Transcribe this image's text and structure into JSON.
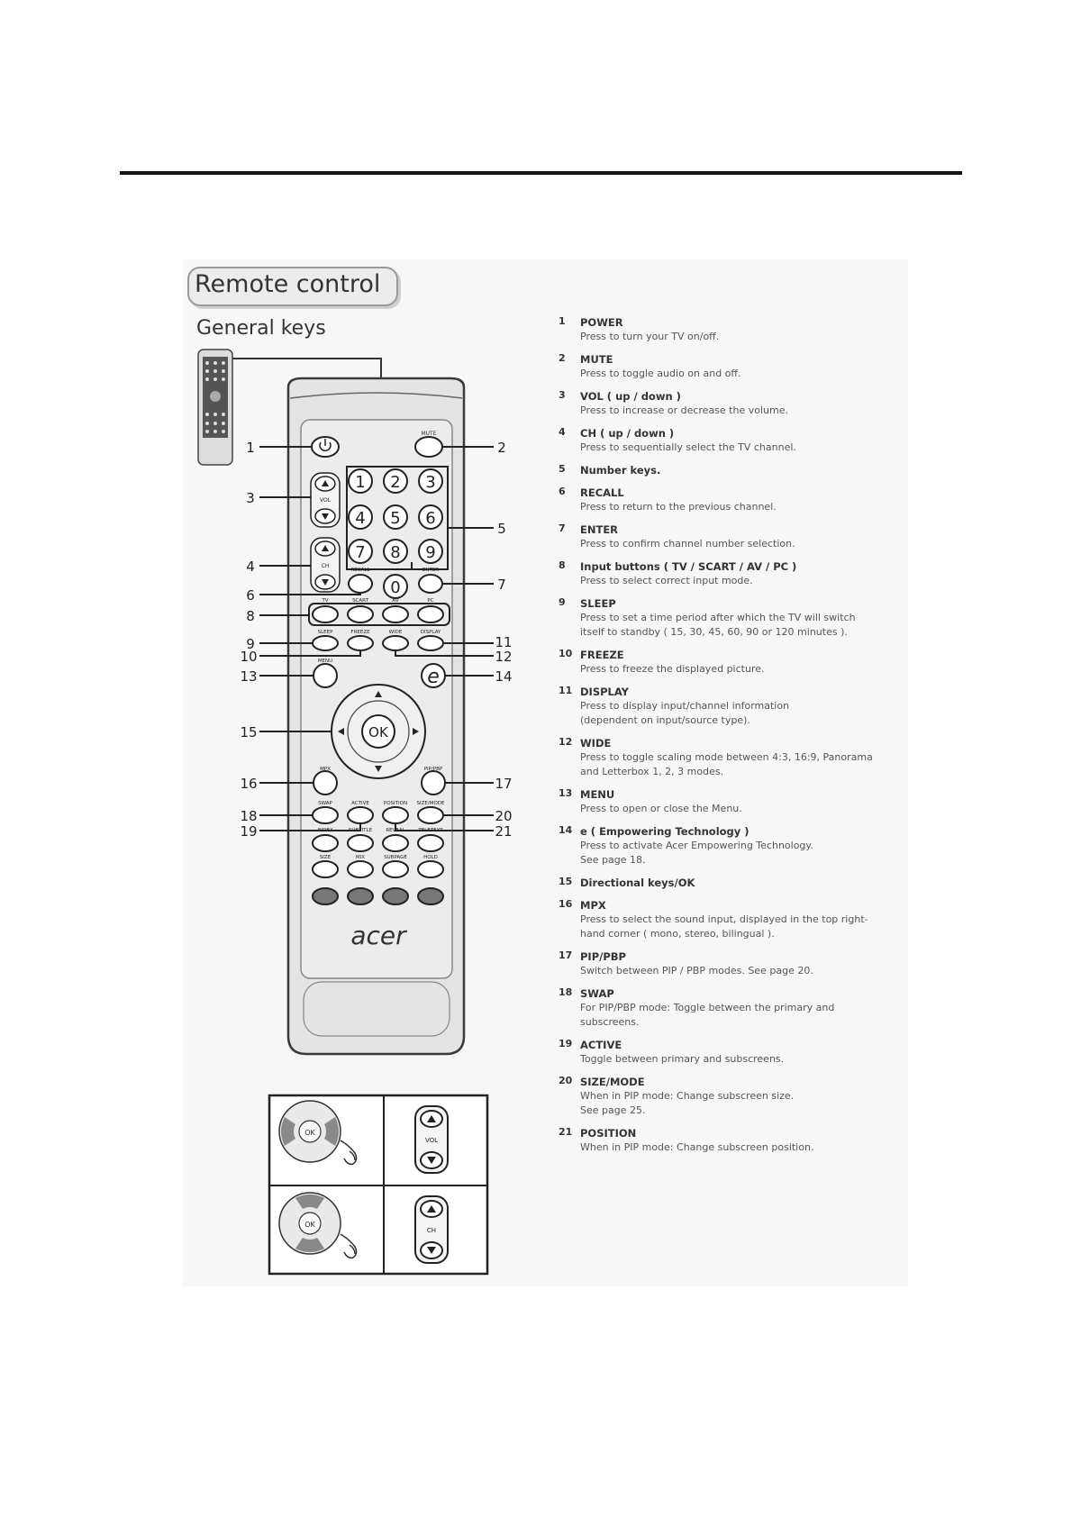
{
  "page": {
    "title": "Remote control",
    "subtitle": "General keys"
  },
  "remote": {
    "brand": "acer",
    "labels": {
      "mute": "MUTE",
      "vol": "VOL",
      "ch": "CH",
      "recall": "RECALL",
      "enter": "ENTER",
      "tv": "TV",
      "scart": "SCART",
      "av": "AV",
      "pc": "PC",
      "sleep": "SLEEP",
      "freeze": "FREEZE",
      "wide": "WIDE",
      "display": "DISPLAY",
      "menu": "MENU",
      "ok": "OK",
      "mpx": "MPX",
      "pipbbp": "PIP/PBP",
      "swap": "SWAP",
      "active": "ACTIVE",
      "position": "POSITION",
      "sizemode": "SIZE/MODE",
      "index": "INDEX",
      "subtitle": "SUBTITLE",
      "reveal": "REVEAL",
      "teletext": "TELETEXT",
      "size": "SIZE",
      "mix": "MIX",
      "subpage": "SUBPAGE",
      "hold": "HOLD"
    },
    "number_keys": [
      "1",
      "2",
      "3",
      "4",
      "5",
      "6",
      "7",
      "8",
      "9",
      "0"
    ],
    "callouts": [
      "1",
      "2",
      "3",
      "4",
      "5",
      "6",
      "7",
      "8",
      "9",
      "10",
      "11",
      "12",
      "13",
      "14",
      "15",
      "16",
      "17",
      "18",
      "19",
      "20",
      "21"
    ]
  },
  "insets": {
    "ok": "OK",
    "vol": "VOL",
    "ch": "CH"
  },
  "items": [
    {
      "num": "1",
      "title": "POWER",
      "desc": [
        "Press to turn your TV on/off."
      ]
    },
    {
      "num": "2",
      "title": "MUTE",
      "desc": [
        "Press to toggle audio on and off."
      ]
    },
    {
      "num": "3",
      "title": "VOL ( up / down )",
      "desc": [
        "Press to increase or decrease the volume."
      ]
    },
    {
      "num": "4",
      "title": "CH ( up / down )",
      "desc": [
        "Press to sequentially select the TV channel."
      ]
    },
    {
      "num": "5",
      "title": "Number keys.",
      "desc": []
    },
    {
      "num": "6",
      "title": "RECALL",
      "desc": [
        "Press to return to the previous channel."
      ]
    },
    {
      "num": "7",
      "title": "ENTER",
      "desc": [
        "Press to confirm channel number selection."
      ]
    },
    {
      "num": "8",
      "title": "Input buttons ( TV / SCART / AV /  PC )",
      "desc": [
        "Press to select correct input mode."
      ]
    },
    {
      "num": "9",
      "title": "SLEEP",
      "desc": [
        "Press to set a time period after which the TV will switch",
        "itself to standby ( 15, 30, 45, 60, 90 or 120 minutes )."
      ]
    },
    {
      "num": "10",
      "title": "FREEZE",
      "desc": [
        "Press to freeze the displayed picture."
      ]
    },
    {
      "num": "11",
      "title": "DISPLAY",
      "desc": [
        "Press to display input/channel information",
        "(dependent on input/source type)."
      ]
    },
    {
      "num": "12",
      "title": "WIDE",
      "desc": [
        "Press to toggle scaling mode between 4:3, 16:9, Panorama",
        "and Letterbox 1, 2, 3 modes."
      ]
    },
    {
      "num": "13",
      "title": "MENU",
      "desc": [
        "Press to open or close the Menu."
      ]
    },
    {
      "num": "14",
      "title": "e ( Empowering Technology )",
      "desc": [
        "Press  to activate Acer Empowering Technology.",
        "See page 18."
      ]
    },
    {
      "num": "15",
      "title": "Directional keys/OK",
      "desc": []
    },
    {
      "num": "16",
      "title": "MPX",
      "desc": [
        "Press to select the sound input, displayed in the top right-",
        "hand corner ( mono, stereo, bilingual )."
      ]
    },
    {
      "num": "17",
      "title": "PIP/PBP",
      "desc": [
        "Switch between PIP / PBP modes. See page 20."
      ]
    },
    {
      "num": "18",
      "title": "SWAP",
      "desc": [
        "For PIP/PBP mode: Toggle between the primary and",
        "subscreens."
      ]
    },
    {
      "num": "19",
      "title": "ACTIVE",
      "desc": [
        "Toggle between primary and subscreens."
      ]
    },
    {
      "num": "20",
      "title": "SIZE/MODE",
      "desc": [
        "When in PIP mode: Change subscreen size.",
        "See page 25."
      ]
    },
    {
      "num": "21",
      "title": "POSITION",
      "desc": [
        "When in PIP mode: Change subscreen position."
      ]
    }
  ],
  "colors": {
    "remote_body": "#e4e4e4",
    "remote_outline": "#3a3a3a",
    "text_dark": "#333333",
    "panel": "#f7f7f7"
  }
}
